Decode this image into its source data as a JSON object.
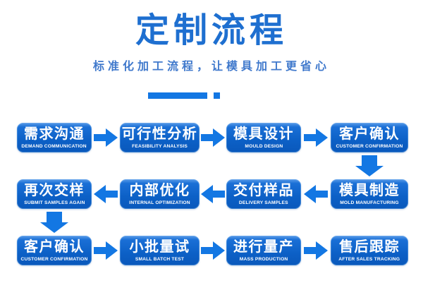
{
  "header": {
    "title": "定制流程",
    "subtitle": "标准化加工流程，让模具加工更省心"
  },
  "colors": {
    "title_blue": "#1e6fd0",
    "subtitle_blue": "#4079cc",
    "box_blue": "#0c60c6",
    "arrow_blue": "#1377e3"
  },
  "icons": {
    "right_arrow": "block-arrow-right",
    "left_arrow": "block-arrow-left",
    "down_arrow": "block-arrow-down",
    "divider": "bar-and-square"
  },
  "flow": {
    "rows": [
      {
        "direction": "right",
        "steps": [
          {
            "title": "需求沟通",
            "subtitle": "DEMAND COMMUNICATION"
          },
          {
            "title": "可行性分析",
            "subtitle": "FEASIBILITY ANALYSIS"
          },
          {
            "title": "模具设计",
            "subtitle": "MOULD DESIGN"
          },
          {
            "title": "客户确认",
            "subtitle": "CUSTOMER CONFIRMATION"
          }
        ]
      },
      {
        "direction": "left",
        "steps": [
          {
            "title": "再次交样",
            "subtitle": "SUBMIT SAMPLES AGAIN"
          },
          {
            "title": "内部优化",
            "subtitle": "INTERNAL OPTIMIZATION"
          },
          {
            "title": "交付样品",
            "subtitle": "DELIVERY SAMPLES"
          },
          {
            "title": "模具制造",
            "subtitle": "MOLD MANUFACTURING"
          }
        ]
      },
      {
        "direction": "right",
        "steps": [
          {
            "title": "客户确认",
            "subtitle": "CUSTOMER CONFIRMATION"
          },
          {
            "title": "小批量试",
            "subtitle": "SMALL BATCH TEST"
          },
          {
            "title": "进行量产",
            "subtitle": "MASS PRODUCTION"
          },
          {
            "title": "售后跟踪",
            "subtitle": "AFTER SALES TRACKING"
          }
        ]
      }
    ]
  }
}
